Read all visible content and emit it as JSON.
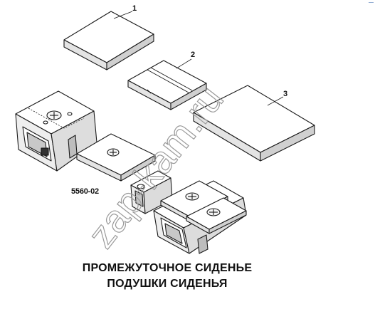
{
  "figure": {
    "callouts": [
      "1",
      "2",
      "3"
    ],
    "part_code": "5560-02",
    "caption_line1": "ПРОМЕЖУТОЧНОЕ СИДЕНЬЕ",
    "caption_line2": "ПОДУШКИ СИДЕНЬЯ",
    "watermark": "zap-kam.ru",
    "corner_mark": "—"
  },
  "colors": {
    "line": "#1a1a1a",
    "fill": "#ffffff",
    "shade": "#dcdcdc",
    "dark": "#555555",
    "watermark": "#9a9a9a"
  }
}
